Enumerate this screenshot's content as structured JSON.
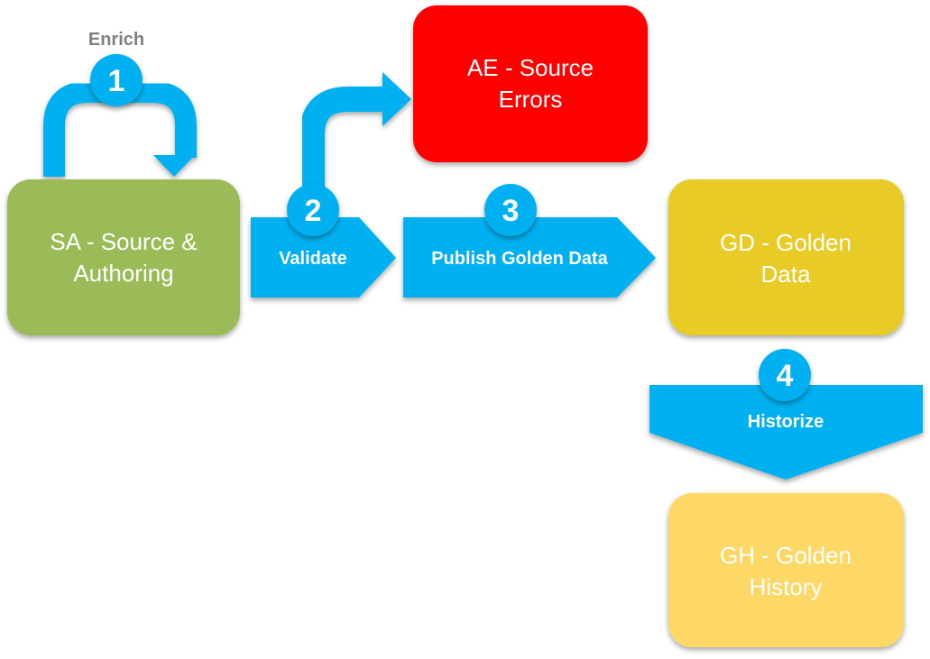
{
  "colors": {
    "arrow": "#00b0f0",
    "source_box": "#9bbb59",
    "error_box": "#ff0000",
    "golden_data_box": "#e8cb25",
    "golden_history_box": "#fdd866",
    "label_gray": "#808080",
    "text_white": "#ffffff"
  },
  "boxes": {
    "source": {
      "line1": "SA - Source &",
      "line2": "Authoring"
    },
    "errors": {
      "line1": "AE - Source",
      "line2": "Errors"
    },
    "golden_data": {
      "line1": "GD - Golden",
      "line2": "Data"
    },
    "golden_history": {
      "line1": "GH - Golden",
      "line2": "History"
    }
  },
  "steps": [
    {
      "number": "1",
      "label": "Enrich"
    },
    {
      "number": "2",
      "label": "Validate"
    },
    {
      "number": "3",
      "label": "Publish Golden Data"
    },
    {
      "number": "4",
      "label": "Historize"
    }
  ]
}
